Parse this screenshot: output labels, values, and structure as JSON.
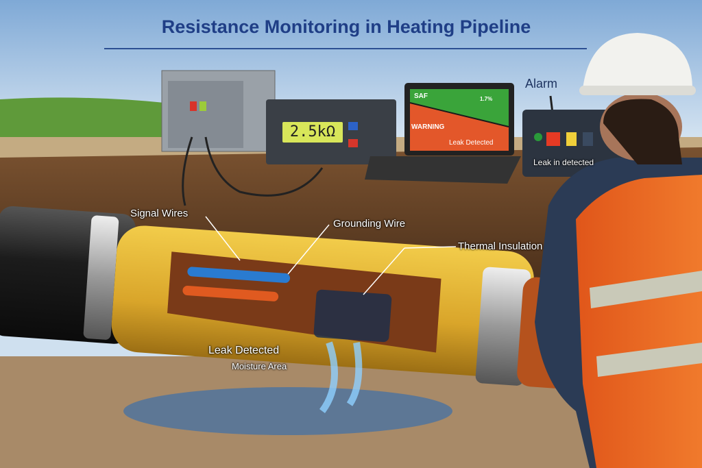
{
  "title": "Resistance Monitoring in Heating Pipeline",
  "meter": {
    "reading": "2.5kΩ"
  },
  "laptop": {
    "safe_label": "SAF",
    "warning_label": "WARNING",
    "value_label": "1.7%",
    "status": "Leak Detected"
  },
  "alarm": {
    "title": "Alarm",
    "status": "Leak in detected"
  },
  "labels": {
    "signal_wires": "Signal Wires",
    "grounding_wire": "Grounding Wire",
    "thermal_insulation": "Thermal Insulation",
    "leak_detected": "Leak Detected",
    "moisture_area": "Moisture Area"
  }
}
